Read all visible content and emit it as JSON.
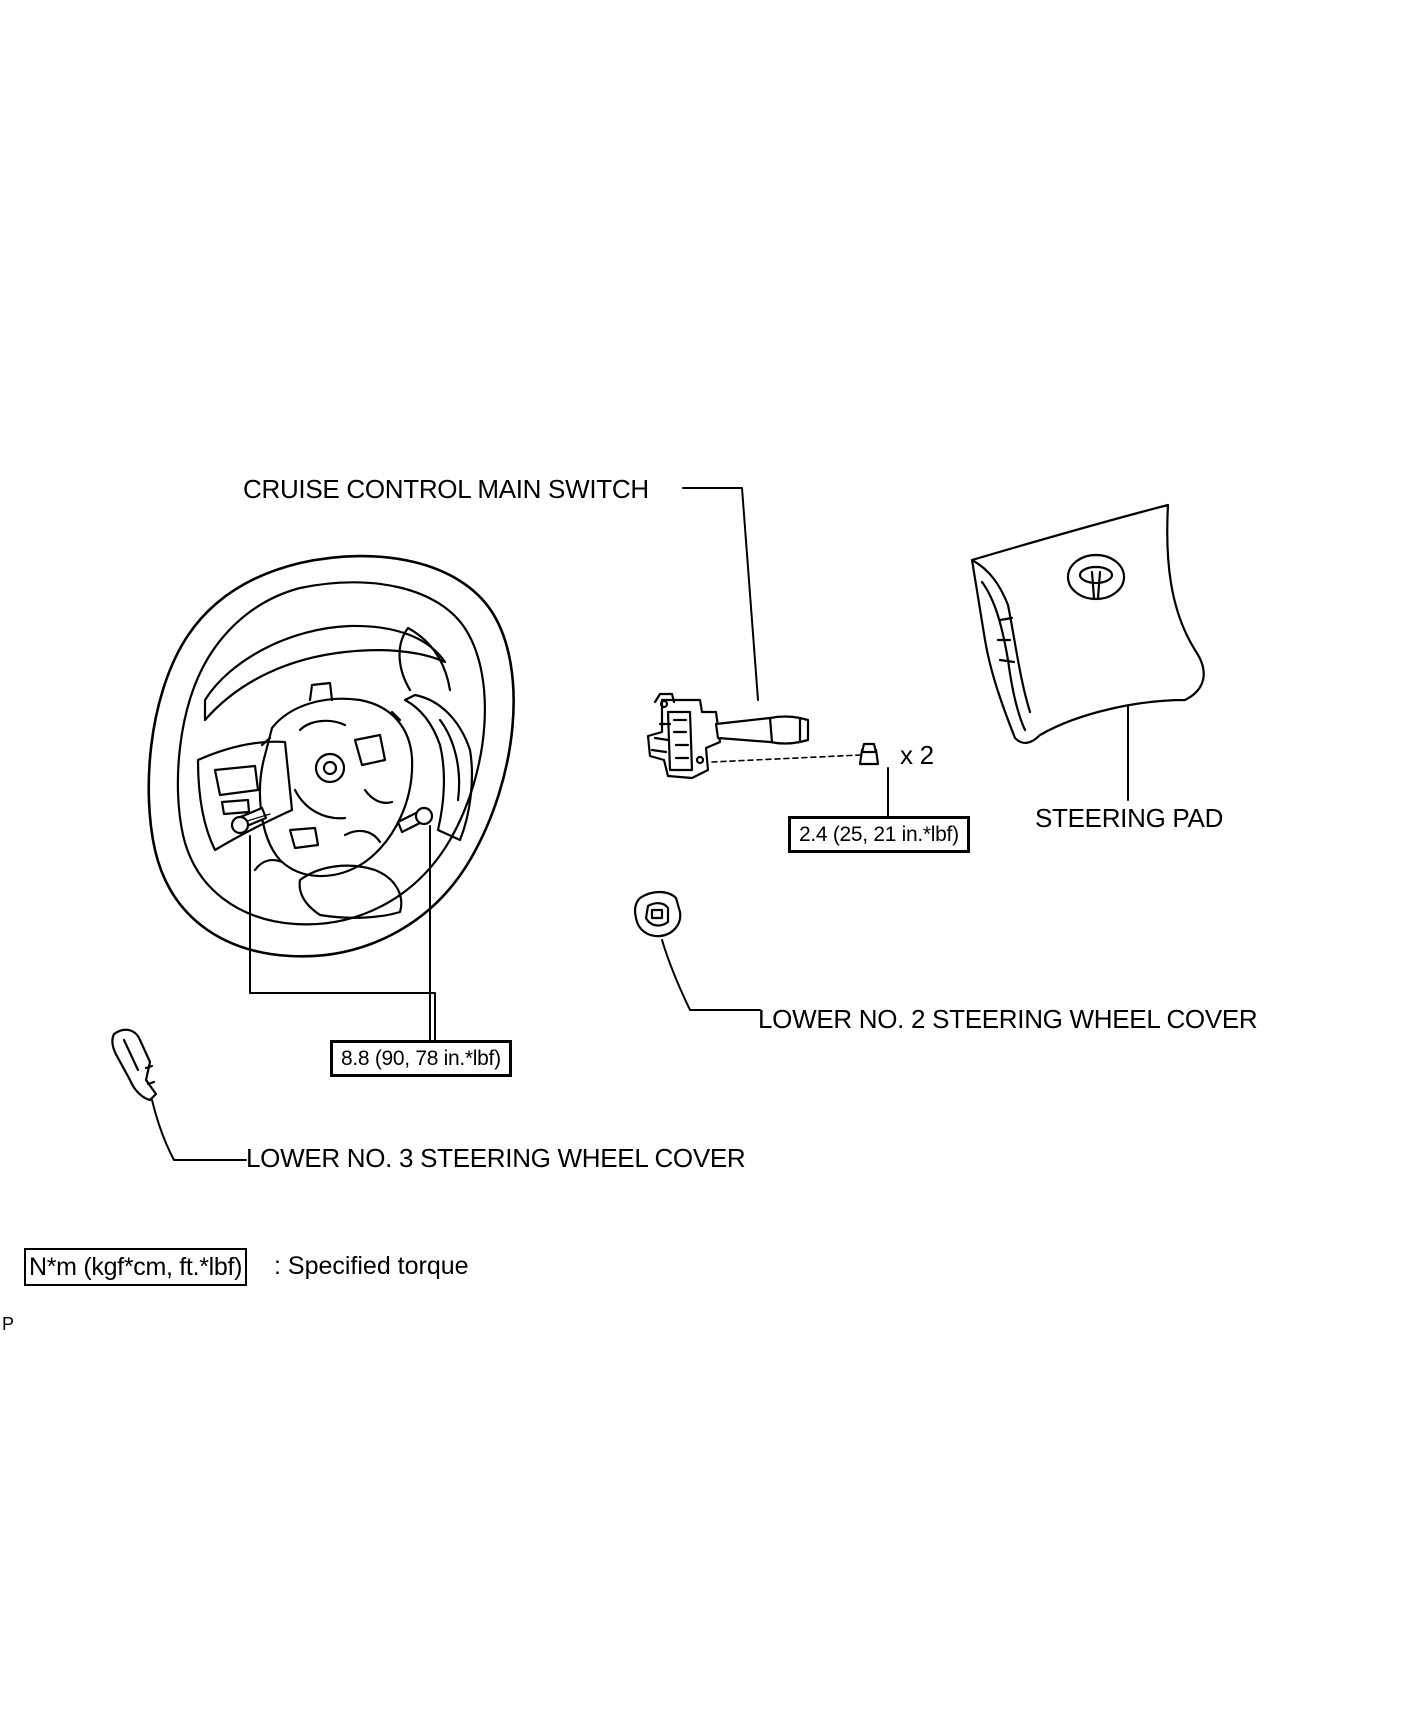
{
  "labels": {
    "cruise_switch": "CRUISE CONTROL MAIN SWITCH",
    "steering_pad": "STEERING PAD",
    "lower_cover_2": "LOWER NO. 2 STEERING WHEEL COVER",
    "lower_cover_3": "LOWER NO. 3 STEERING WHEEL COVER",
    "quantity": "x 2"
  },
  "torques": {
    "switch_screw": "2.4 (25, 21 in.*lbf)",
    "wheel_screws": "8.8 (90, 78 in.*lbf)"
  },
  "legend": {
    "unit_box": "N*m (kgf*cm, ft.*lbf)",
    "description": ": Specified torque"
  },
  "footer": {
    "page_mark": "P"
  }
}
